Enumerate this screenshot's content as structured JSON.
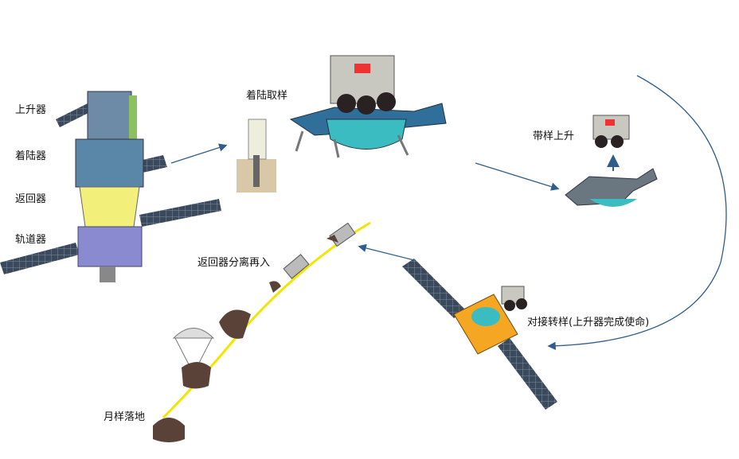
{
  "stack_labels": [
    "上升器",
    "着陆器",
    "返回器",
    "轨道器"
  ],
  "steps": {
    "landing_sampling": "着陆取样",
    "ascent_with_sample": "带样上升",
    "docking_transfer": "对接转样(上升器完成使命)",
    "separation_reentry": "返回器分离再入",
    "sample_landing": "月样落地"
  },
  "colors": {
    "arrow": "#2e5e8c",
    "trajectory": "#f2e600",
    "solar_panel": "#3a4a5c",
    "lander_body": "#7a8a96",
    "capsule": "#5a4238"
  }
}
